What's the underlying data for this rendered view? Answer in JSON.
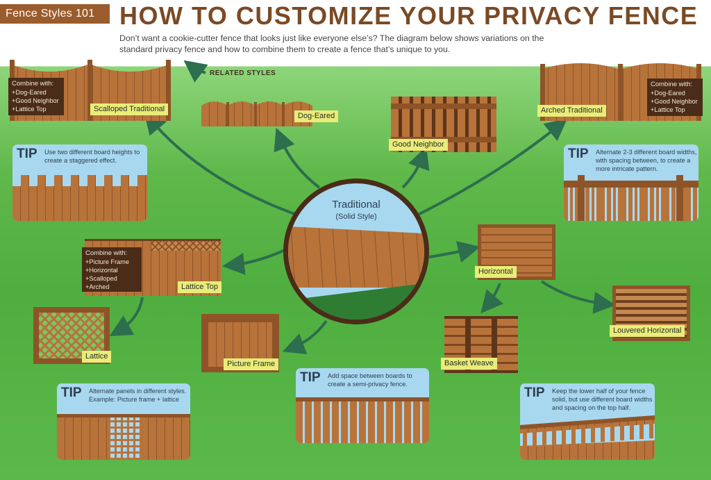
{
  "header": {
    "badge": "Fence Styles 101",
    "title": "HOW TO CUSTOMIZE YOUR PRIVACY FENCE",
    "intro": "Don’t want a cookie-cutter fence that looks just like everyone else’s? The diagram below shows variations on the standard privacy fence and how to combine them to create a fence that’s unique to you.",
    "related_label": "RELATED STYLES"
  },
  "center": {
    "title": "Traditional",
    "subtitle": "(Solid Style)"
  },
  "styles": {
    "scalloped": "Scalloped Traditional",
    "dog_eared": "Dog-Eared",
    "good_neighbor": "Good Neighbor",
    "arched": "Arched Traditional",
    "lattice_top": "Lattice Top",
    "horizontal": "Horizontal",
    "lattice": "Lattice",
    "picture_frame": "Picture Frame",
    "basket_weave": "Basket Weave",
    "louvered": "Louvered Horizontal"
  },
  "combine_notes": {
    "scalloped": {
      "title": "Combine with:",
      "items": [
        "+Dog-Eared",
        "+Good Neighbor",
        "+Lattice Top"
      ]
    },
    "arched": {
      "title": "Combine with:",
      "items": [
        "+Dog-Eared",
        "+Good Neighbor",
        "+Lattice Top"
      ]
    },
    "lattice_top": {
      "title": "Combine with:",
      "items": [
        "+Picture Frame",
        "+Horizontal",
        "+Scalloped",
        "+Arched"
      ]
    }
  },
  "tips": {
    "label": "TIP",
    "tip1": "Use two different board heights to create a staggered effect.",
    "tip2": "Alternate 2-3 different board widths, with spacing between, to create a more intricate pattern.",
    "tip3": "Alternate panels in different styles. Example: Picture frame + lattice",
    "tip4": "Add space between boards to create a semi-privacy fence.",
    "tip5": "Keep the lower half of your fence solid, but use different board widths and spacing on the top half."
  },
  "colors": {
    "wood": "#b8733a",
    "wood_dark": "#8e5428",
    "label_bg": "#e9ed78",
    "note_bg": "#4a2c18",
    "tip_bg": "#a8d8ef",
    "arrow": "#2d6e4e",
    "title": "#7a4a25"
  }
}
